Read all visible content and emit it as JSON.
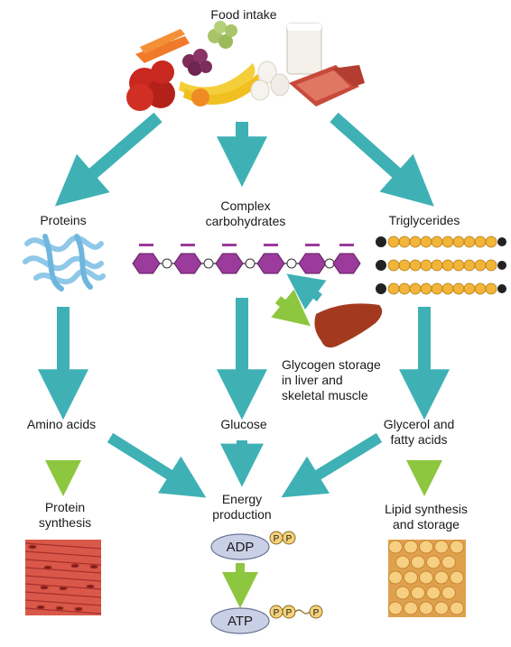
{
  "labels": {
    "food_intake": "Food intake",
    "proteins": "Proteins",
    "complex_carbs": "Complex\ncarbohydrates",
    "triglycerides": "Triglycerides",
    "glycogen": "Glycogen storage\nin liver and\nskeletal muscle",
    "amino_acids": "Amino acids",
    "glucose": "Glucose",
    "glycerol": "Glycerol and\nfatty acids",
    "protein_synthesis": "Protein\nsynthesis",
    "energy_production": "Energy\nproduction",
    "lipid_synthesis": "Lipid synthesis\nand storage"
  },
  "molecules": {
    "adp": "ADP",
    "atp": "ATP",
    "phosphate": "P"
  },
  "colors": {
    "teal_arrow": "#3fb1b5",
    "green_arrow": "#8dc63f",
    "hexagon": "#9b3b9b",
    "liver": "#a33a1f",
    "muscle": "#d9584a",
    "fat": "#f2b85a",
    "node_fill": "#c9d0e6",
    "phosphate_fill": "#f4d27a"
  }
}
